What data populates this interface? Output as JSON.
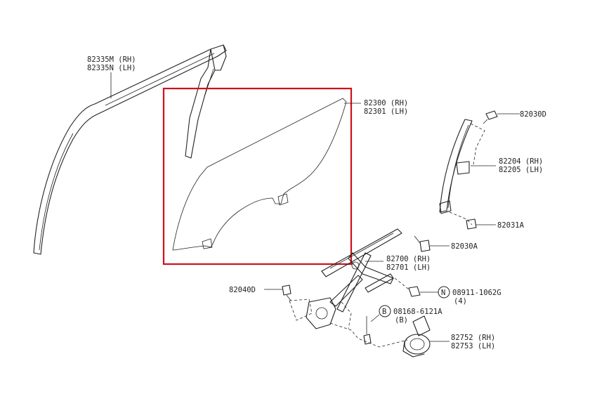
{
  "highlight_color": "#d0101a",
  "labels": {
    "moulding_rh": "82335M (RH)",
    "moulding_lh": "82335N (LH)",
    "glass_rh": "82300 (RH)",
    "glass_lh": "82301 (LH)",
    "bolt_top": "82030D",
    "sash_rh": "82204 (RH)",
    "sash_lh": "82205 (LH)",
    "clip_a": "82031A",
    "bolt_a": "82030A",
    "regulator_rh": "82700 (RH)",
    "regulator_lh": "82701 (LH)",
    "bolt_d": "82040D",
    "nut_marker": "N",
    "nut_code": "08911-1062G",
    "nut_qty": "(4)",
    "bolt_marker": "B",
    "bolt_code": "08168-6121A",
    "bolt_qty": "(B)",
    "motor_rh": "82752 (RH)",
    "motor_lh": "82753 (LH)"
  }
}
